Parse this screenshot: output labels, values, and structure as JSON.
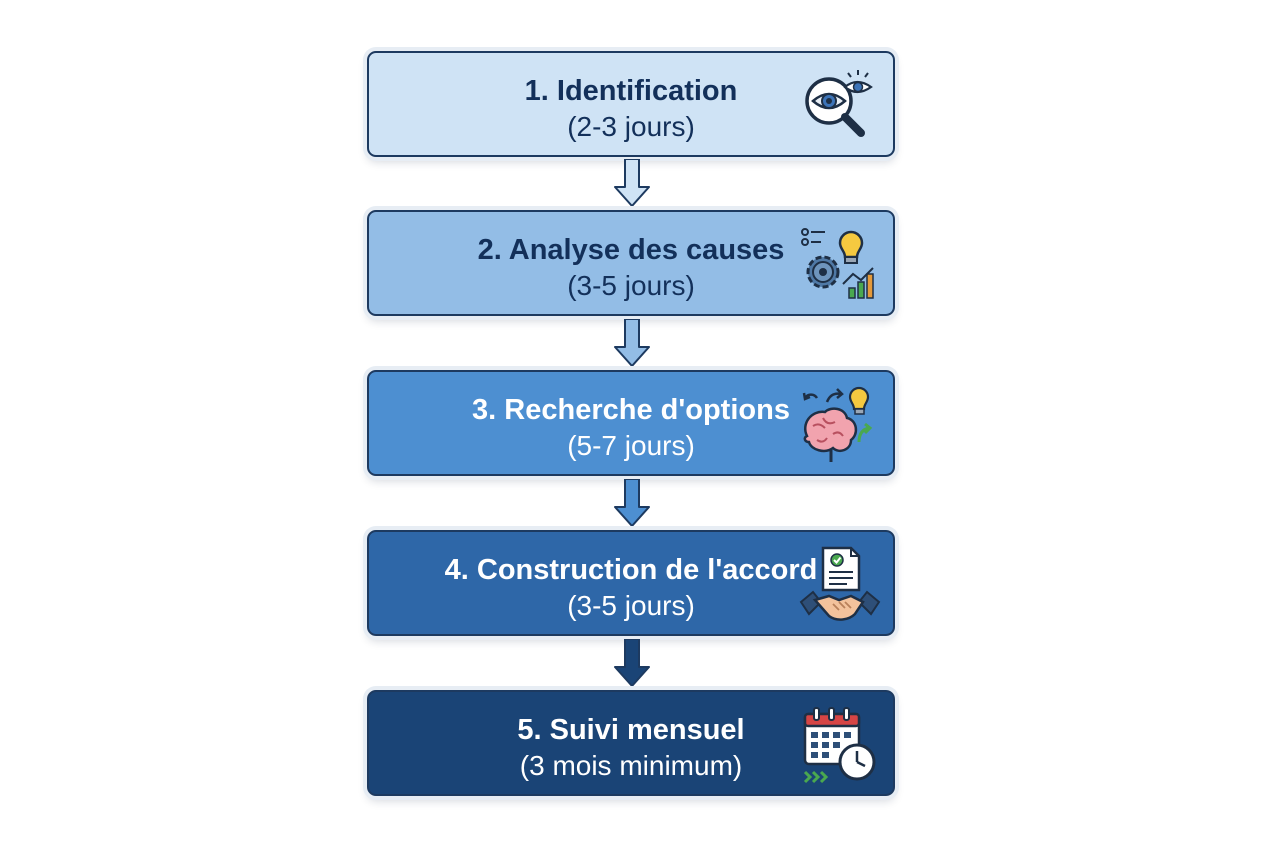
{
  "steps": [
    {
      "title": "1. Identification",
      "duration": "(2-3 jours)",
      "icon": "magnifier-eye-icon",
      "fill": "#cfe3f5",
      "text_color": "#13305a"
    },
    {
      "title": "2. Analyse des causes",
      "duration": "(3-5 jours)",
      "icon": "gears-lightbulb-chart-icon",
      "fill": "#93bde6",
      "text_color": "#13305a"
    },
    {
      "title": "3. Recherche d'options",
      "duration": "(5-7 jours)",
      "icon": "brain-lightbulb-arrows-icon",
      "fill": "#4d8fd1",
      "text_color": "#ffffff"
    },
    {
      "title": "4. Construction de l'accord",
      "duration": "(3-5 jours)",
      "icon": "handshake-document-icon",
      "fill": "#2e67a8",
      "text_color": "#ffffff"
    },
    {
      "title": "5. Suivi mensuel",
      "duration": "(3 mois minimum)",
      "icon": "calendar-clock-icon",
      "fill": "#1a4476",
      "text_color": "#ffffff"
    }
  ],
  "arrow_colors": [
    "#cfe3f5",
    "#93bde6",
    "#4d8fd1",
    "#1a4476"
  ]
}
